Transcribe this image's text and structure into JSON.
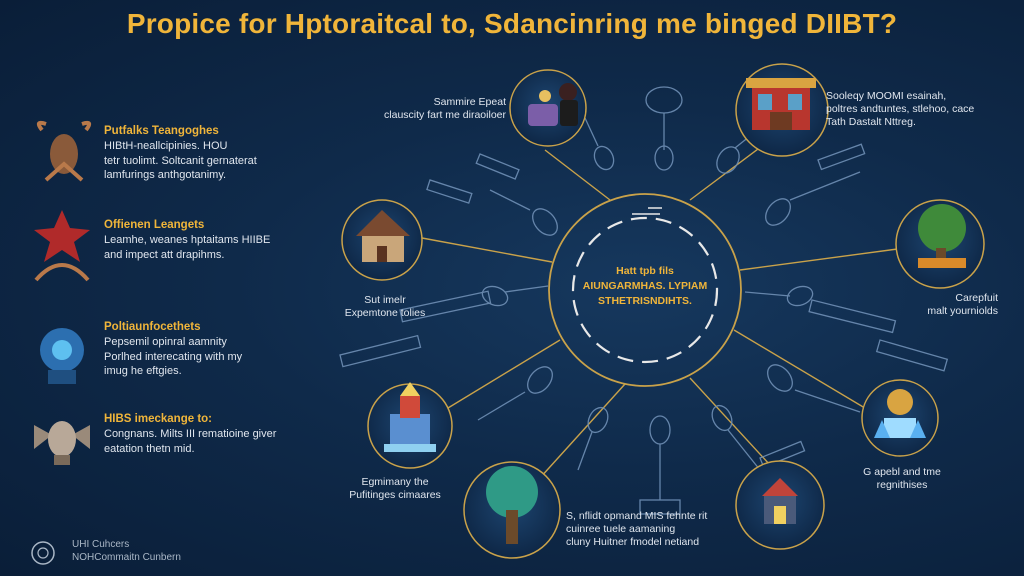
{
  "title": "Propice for Hptoraitcal to, Sdancinring me binged DIIBT?",
  "left_items": [
    {
      "heading": "Putfalks Teangoghes",
      "body": "HIBtH-neallcipinies. HOU\ntetr tuolimt. Soltcanit gernaterat\nlamfurings anthgotanimy.",
      "icon": "antler-beast-icon"
    },
    {
      "heading": "Offienen Leangets",
      "body": "Leamhe, weanes hptaitams HIIBE\nand impect att drapihms.",
      "icon": "red-star-creature-icon"
    },
    {
      "heading": "Poltiaunfocethets",
      "body": "Pepsemil opinral aamnity\nPorlhed interecating with my\nimug he eftgies.",
      "icon": "blue-orb-creature-icon"
    },
    {
      "heading": "HIBS imeckange to:",
      "body": "Congnans. Milts III rematioine giver\neatation thetn mid.",
      "icon": "winged-creature-icon"
    }
  ],
  "center": {
    "line1": "Hatt tpb fils",
    "line2": "AIUNGARMHAS. LYPIAM",
    "line3": "STHETRISNDIHTS."
  },
  "nodes": [
    {
      "id": "top-left",
      "caption": "Sammire Epeat\nclauscity fart me diraoiloer",
      "icon": "family-scene-icon"
    },
    {
      "id": "top-right",
      "caption": "Sooleqy MOOMI esainah,\npoltres andtuntes, stlehoo, cace\nTath Dastalt Nttreg.",
      "icon": "storefront-icon"
    },
    {
      "id": "left-upper",
      "caption": "Sut imelr\nExpemtone tolies",
      "icon": "cottage-icon"
    },
    {
      "id": "right-upper",
      "caption": "Carepfuit\nmalt yourniolds",
      "icon": "tree-village-icon"
    },
    {
      "id": "left-lower",
      "caption": "Egmimany the\nPufitinges cimaares",
      "icon": "castle-icon"
    },
    {
      "id": "bottom-middle",
      "caption": "S, nflidt opmand MIS fehnte rit\ncuinree tuele aamaning\ncluny Huitner fmodel netiand",
      "icon": "tree-icon"
    },
    {
      "id": "right-lower",
      "caption": "G apebl and tme\nregnithises",
      "icon": "crystal-gate-icon"
    },
    {
      "id": "bottom-right",
      "caption": "",
      "icon": "house-scene-icon"
    }
  ],
  "footer": {
    "line1": "UHI Cuhcers",
    "line2": "NOHCommaitn Cunbern",
    "icon": "emblem-icon"
  },
  "colors": {
    "accent": "#f0b53a",
    "line": "#c9a24a",
    "wireframe": "#6f8fb5",
    "bg": "#0f2a4a"
  }
}
